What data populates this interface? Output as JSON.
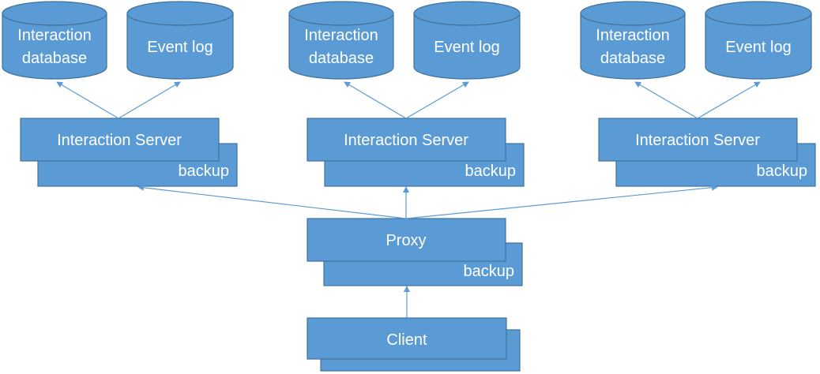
{
  "clusters": [
    {
      "database_label_line1": "Interaction",
      "database_label_line2": "database",
      "event_log_label": "Event log",
      "server_label": "Interaction Server",
      "backup_label": "backup"
    },
    {
      "database_label_line1": "Interaction",
      "database_label_line2": "database",
      "event_log_label": "Event log",
      "server_label": "Interaction Server",
      "backup_label": "backup"
    },
    {
      "database_label_line1": "Interaction",
      "database_label_line2": "database",
      "event_log_label": "Event log",
      "server_label": "Interaction Server",
      "backup_label": "backup"
    }
  ],
  "proxy": {
    "label": "Proxy",
    "backup_label": "backup"
  },
  "client": {
    "label": "Client"
  },
  "colors": {
    "fill": "#5b9bd5",
    "stroke": "#41719c",
    "text": "#ffffff"
  }
}
